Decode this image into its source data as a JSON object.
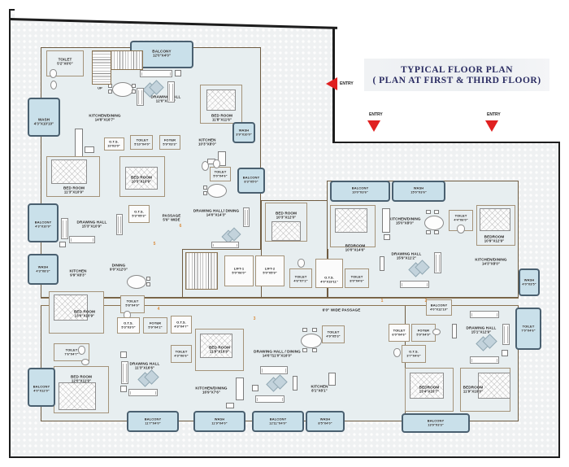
{
  "title": {
    "line1": "TYPICAL FLOOR PLAN",
    "line2": "( PLAN AT FIRST & THIRD FLOOR)"
  },
  "entries": [
    {
      "name": "entry-left",
      "label": "ENTRY"
    },
    {
      "name": "entry-mid",
      "label": "ENTRY"
    },
    {
      "name": "entry-right",
      "label": "ENTRY"
    }
  ],
  "passage": {
    "label": "6'0\" WIDE  PASSAGE",
    "side_label": "PASSAGE",
    "side_dim": "5'9\" WIDE"
  },
  "lifts": [
    {
      "label": "LIFT-1",
      "dim": "5'0\"X6'0\""
    },
    {
      "label": "LIFT-2",
      "dim": "5'0\"X5'9\""
    }
  ],
  "stairs": {
    "up_label": "UP"
  },
  "unit_numbers": [
    "1",
    "2",
    "3",
    "4",
    "5",
    "6"
  ],
  "rooms": [
    {
      "name": "toilet-a1",
      "label": "TOILET",
      "dim": "5'2\"X6'0\""
    },
    {
      "name": "balcony-a1",
      "label": "BALCONY",
      "dim": "12'0\"X4'0\""
    },
    {
      "name": "drawing-hall-a1",
      "label": "DRAWING HALL",
      "dim": "12'0\"X13'9\""
    },
    {
      "name": "kitchen-dining-a1",
      "label": "KITCHEN/DINING",
      "dim": "14'8\"X16'7\""
    },
    {
      "name": "wash-a1",
      "label": "WASH",
      "dim": "4'3\"X10'10\""
    },
    {
      "name": "ots-a1",
      "label": "O.T.S.",
      "dim": "10'X3'0\""
    },
    {
      "name": "toilet-a2",
      "label": "TOILET",
      "dim": "5'10\"X4'0\""
    },
    {
      "name": "foyer-a1",
      "label": "FOYER",
      "dim": "5'9\"X3'3\""
    },
    {
      "name": "bed-room-a1",
      "label": "BED ROOM",
      "dim": "11'8\"X11'6\""
    },
    {
      "name": "kitchen-b1",
      "label": "KITCHEN",
      "dim": "10'3\"X8'0\""
    },
    {
      "name": "wash-b1",
      "label": "WASH",
      "dim": "3'9\"X10'0\""
    },
    {
      "name": "toilet-b1",
      "label": "TOILET",
      "dim": "5'0\"X4'6\""
    },
    {
      "name": "balcony-b1",
      "label": "BALCONY",
      "dim": "8'3\"X5'0\""
    },
    {
      "name": "drawing-dining-b1",
      "label": "DRAWING HALL/ DINING",
      "dim": "14'0\"X14'3\""
    },
    {
      "name": "bed-room-b1",
      "label": "BED ROOM",
      "dim": "10'3\"X12'0\""
    },
    {
      "name": "bed-room-c1",
      "label": "BED ROOM",
      "dim": "11'3\"X10'9\""
    },
    {
      "name": "bed-room-c2",
      "label": "BED ROOM",
      "dim": "10'3\"X10'9\""
    },
    {
      "name": "balcony-c1",
      "label": "BALCONY",
      "dim": "4'3\"X10'9\""
    },
    {
      "name": "drawing-hall-c1",
      "label": "DRAWING HALL",
      "dim": "15'3\"X10'9\""
    },
    {
      "name": "ots-c1",
      "label": "O.T.S.",
      "dim": "5'3\"X5'3\""
    },
    {
      "name": "wash-c1",
      "label": "WASH",
      "dim": "4'3\"X8'3\""
    },
    {
      "name": "kitchen-c1",
      "label": "KITCHEN",
      "dim": "9'9\"X8'3\""
    },
    {
      "name": "dining-c1",
      "label": "DINING",
      "dim": "9'0\"X12'0\""
    },
    {
      "name": "toilet-d1",
      "label": "TOILET",
      "dim": "5'8\"X4'9\""
    },
    {
      "name": "ots-d1",
      "label": "O.T.S.",
      "dim": "5'3\"X3'0\""
    },
    {
      "name": "foyer-d1",
      "label": "FOYER",
      "dim": "5'9\"X4'2\""
    },
    {
      "name": "bed-room-d1",
      "label": "BED ROOM",
      "dim": "13'0\"X10'9\""
    },
    {
      "name": "toilet-d2",
      "label": "TOILET",
      "dim": "7'6\"X4'7\""
    },
    {
      "name": "bed-room-d2",
      "label": "BED ROOM",
      "dim": "12'0\"X11'9\""
    },
    {
      "name": "balcony-d1",
      "label": "BALCONY",
      "dim": "4'0\"X12'0\""
    },
    {
      "name": "drawing-hall-d1",
      "label": "DRAWING HALL",
      "dim": "11'3\"X16'6\""
    },
    {
      "name": "balcony-d2",
      "label": "BALCONY",
      "dim": "11'7\"X4'0\""
    },
    {
      "name": "ots-e1",
      "label": "O.T.S.",
      "dim": "4'3\"X4'7\""
    },
    {
      "name": "toilet-e1",
      "label": "TOILET",
      "dim": "4'3\"X6'6\""
    },
    {
      "name": "bed-room-e1",
      "label": "BED ROOM",
      "dim": "11'9\"X10'9\""
    },
    {
      "name": "kitchen-dining-e1",
      "label": "KITCHEN/DINING",
      "dim": "16'9\"X7'6\""
    },
    {
      "name": "wash-e1",
      "label": "WASH",
      "dim": "11'9\"X4'0\""
    },
    {
      "name": "drawing-dining-e2",
      "label": "DRAWING HALL / DINING",
      "dim": "14'6\"/11'0\"X16'0\""
    },
    {
      "name": "balcony-e2",
      "label": "BALCONY",
      "dim": "12'11\"X4'0\""
    },
    {
      "name": "toilet-e2",
      "label": "TOILET",
      "dim": "4'9\"X5'3\""
    },
    {
      "name": "kitchen-e2",
      "label": "KITCHEN",
      "dim": "8'1\"X8'1\""
    },
    {
      "name": "wash-e2",
      "label": "WASH",
      "dim": "8'5\"X4'0\""
    },
    {
      "name": "balcony-f1",
      "label": "BALCONY",
      "dim": "10'0\"X3'6\""
    },
    {
      "name": "wash-f1",
      "label": "WASH",
      "dim": "15'0\"X3'6\""
    },
    {
      "name": "kitchen-dining-f1",
      "label": "KITCHEN/DINING",
      "dim": "15'0\"X8'0\""
    },
    {
      "name": "toilet-f1",
      "label": "TOILET",
      "dim": "4'4\"X6'0\""
    },
    {
      "name": "bedroom-f1",
      "label": "BEDROOM",
      "dim": "10'0\"X14'6\""
    },
    {
      "name": "drawing-hall-f1",
      "label": "DRAWING HALL",
      "dim": "15'9\"X11'2\""
    },
    {
      "name": "toilet-f2",
      "label": "TOILET",
      "dim": "8'0\"X4'6\""
    },
    {
      "name": "ots-f1",
      "label": "O.T.S.",
      "dim": "4'0\"X19'11\""
    },
    {
      "name": "toilet-f3",
      "label": "TOILET",
      "dim": "4'6\"X7'2\""
    },
    {
      "name": "bedroom-g1",
      "label": "BEDROOM",
      "dim": "10'9\"X12'9\""
    },
    {
      "name": "toilet-g1",
      "label": "TOILET",
      "dim": "4'4\"X6'0\""
    },
    {
      "name": "kitchen-dining-g1",
      "label": "KITCHEN/DINING",
      "dim": "14'3\"X8'0\""
    },
    {
      "name": "wash-g1",
      "label": "WASH",
      "dim": "4'0\"X3'5\""
    },
    {
      "name": "drawing-hall-g1",
      "label": "DRAWING HALL",
      "dim": "15'1\"X12'9\""
    },
    {
      "name": "balcony-g1",
      "label": "BALCONY",
      "dim": "4'0\"X12'10\""
    },
    {
      "name": "foyer-g1",
      "label": "FOYER",
      "dim": "5'9\"X4'9\""
    },
    {
      "name": "toilet-g2",
      "label": "TOILET",
      "dim": "6'0\"X4'6\""
    },
    {
      "name": "ots-g1",
      "label": "O.T.S.",
      "dim": "3'7\"X4'6\""
    },
    {
      "name": "toilet-g3",
      "label": "TOILET",
      "dim": "7'0\"X4'6\""
    },
    {
      "name": "bedroom-g2",
      "label": "BEDROOM",
      "dim": "13'4\"X10'7\""
    },
    {
      "name": "bedroom-g3",
      "label": "BEDROOM",
      "dim": "11'9\"X10'0\""
    },
    {
      "name": "balcony-g2",
      "label": "BALCONY",
      "dim": "13'9\"X3'3\""
    }
  ]
}
